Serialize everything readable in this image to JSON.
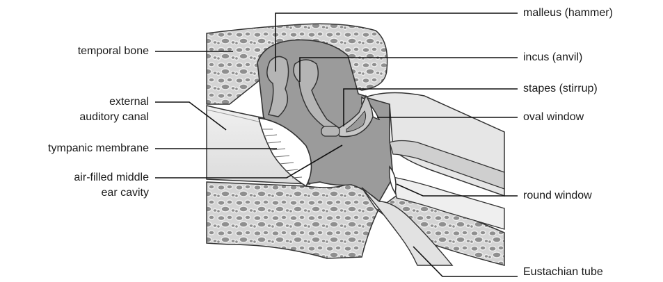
{
  "labels": {
    "temporal_bone": "temporal bone",
    "external_canal_1": "external",
    "external_canal_2": "auditory canal",
    "tympanic_membrane": "tympanic membrane",
    "middle_ear_1": "air-filled middle",
    "middle_ear_2": "ear cavity",
    "malleus": "malleus (hammer)",
    "incus": "incus (anvil)",
    "stapes": "stapes (stirrup)",
    "oval_window": "oval window",
    "round_window": "round window",
    "eustachian_tube": "Eustachian tube"
  },
  "colors": {
    "bone_fill": "#d4d4d4",
    "bone_pore": "#8f8f8f",
    "cavity": "#9b9b9b",
    "canal": "#e8e8e8",
    "ossicle": "#b5b5b5",
    "outline": "#333333"
  }
}
